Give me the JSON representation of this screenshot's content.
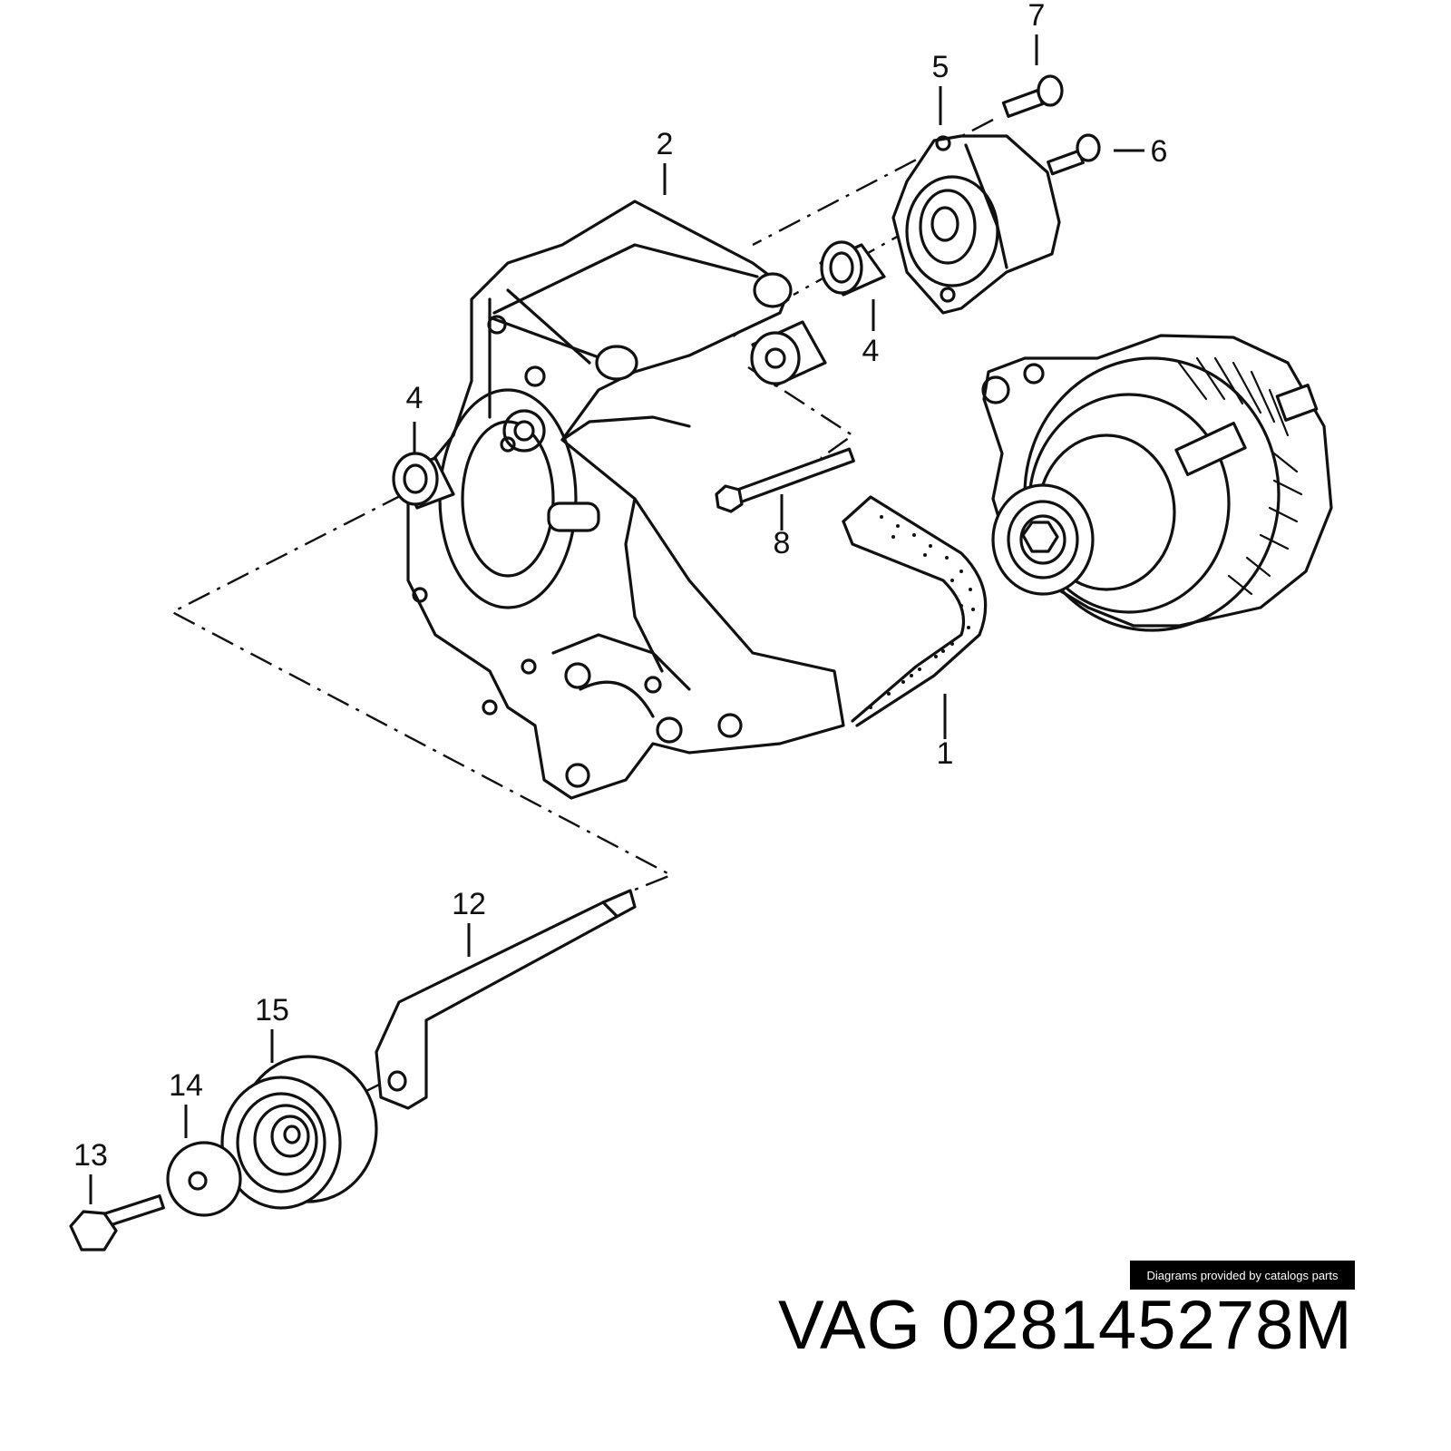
{
  "callouts": {
    "c1": "1",
    "c2": "2",
    "c4a": "4",
    "c4b": "4",
    "c5": "5",
    "c6": "6",
    "c7": "7",
    "c8": "8",
    "c12": "12",
    "c13": "13",
    "c14": "14",
    "c15": "15"
  },
  "credit": "Diagrams provided by catalogs parts",
  "part_number": "VAG 028145278M"
}
